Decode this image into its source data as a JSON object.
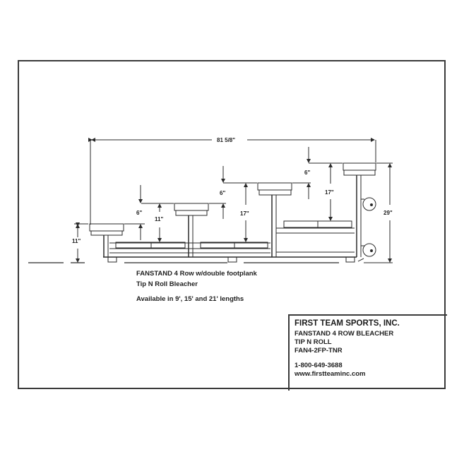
{
  "drawing": {
    "overall_width_label": "81 5/8\"",
    "dimensions": {
      "row1_height": "11\"",
      "row2_rise": "6\"",
      "row2_plank_to_seat": "11\"",
      "row3_rise": "6\"",
      "row3_plank_to_seat": "17\"",
      "row4_rise": "6\"",
      "row4_plank_to_seat": "17\"",
      "total_height": "29\""
    }
  },
  "caption": {
    "line1": "FANSTAND 4 Row w/double footplank",
    "line2": "Tip N Roll Bleacher",
    "line3": "Available in 9', 15' and 21' lengths"
  },
  "title_block": {
    "company": "FIRST TEAM SPORTS, INC.",
    "product": "FANSTAND 4 ROW BLEACHER",
    "subtitle": "TIP N ROLL",
    "model": "FAN4-2FP-TNR",
    "phone": "1-800-649-3688",
    "website": "www.firstteaminc.com"
  },
  "colors": {
    "line": "#2a2a2a",
    "border": "#3a3a3a",
    "background": "#ffffff"
  }
}
